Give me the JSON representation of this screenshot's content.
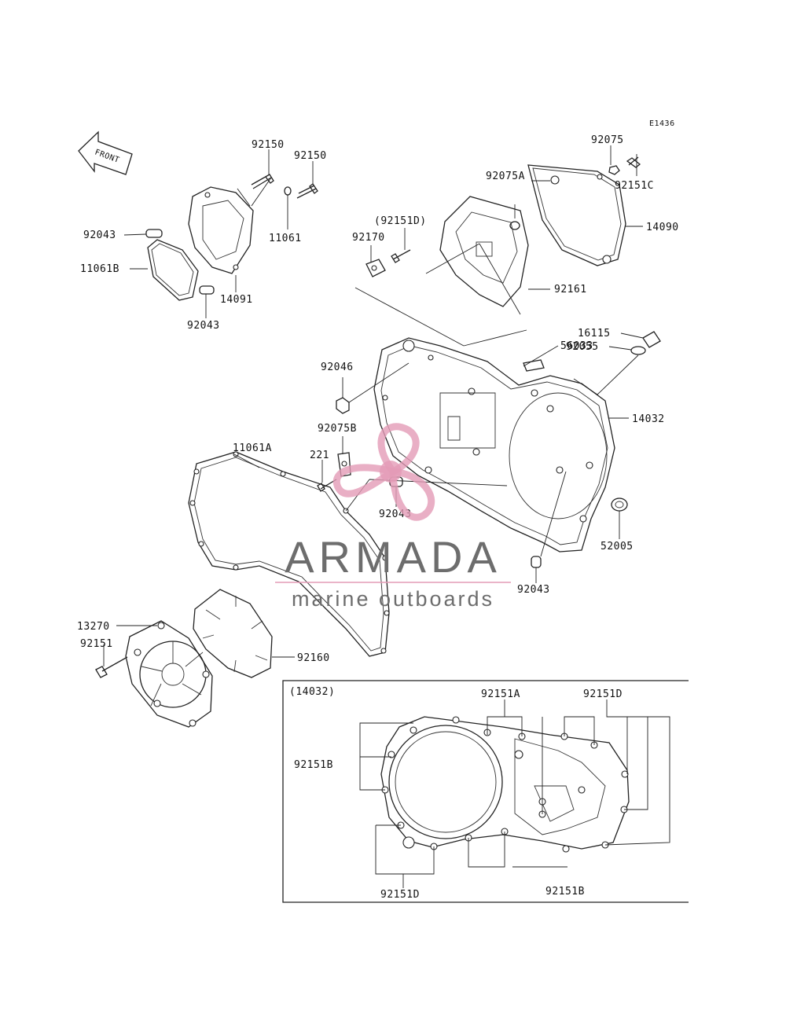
{
  "diagram": {
    "ref_code": "E1436",
    "front_label": "FRONT",
    "inset_title": "(14032)",
    "labels": {
      "l92150a": "92150",
      "l92150b": "92150",
      "l92043a": "92043",
      "l11061": "11061",
      "l11061b": "11061B",
      "l14091": "14091",
      "l92043b": "92043",
      "l92075": "92075",
      "l92151c": "92151C",
      "l92075a": "92075A",
      "l14090": "14090",
      "l92151d_top": "(92151D)",
      "l92170": "92170",
      "l92161": "92161",
      "l16115": "16115",
      "l92055": "92055",
      "l92046": "92046",
      "l56033": "56033",
      "l14032": "14032",
      "l92075b": "92075B",
      "l11061a": "11061A",
      "l221": "221",
      "l92043c": "92043",
      "l52005": "52005",
      "l92043d": "92043",
      "l13270": "13270",
      "l92151": "92151",
      "l92160": "92160",
      "l92151a_inset": "92151A",
      "l92151d_inset1": "92151D",
      "l92151b_inset1": "92151B",
      "l92151d_inset2": "92151D",
      "l92151b_inset2": "92151B"
    }
  },
  "watermark": {
    "brand": "ARMADA",
    "tagline": "marine outboards",
    "logo_color": "#e39bb6",
    "text_color": "#6d6d6d"
  }
}
